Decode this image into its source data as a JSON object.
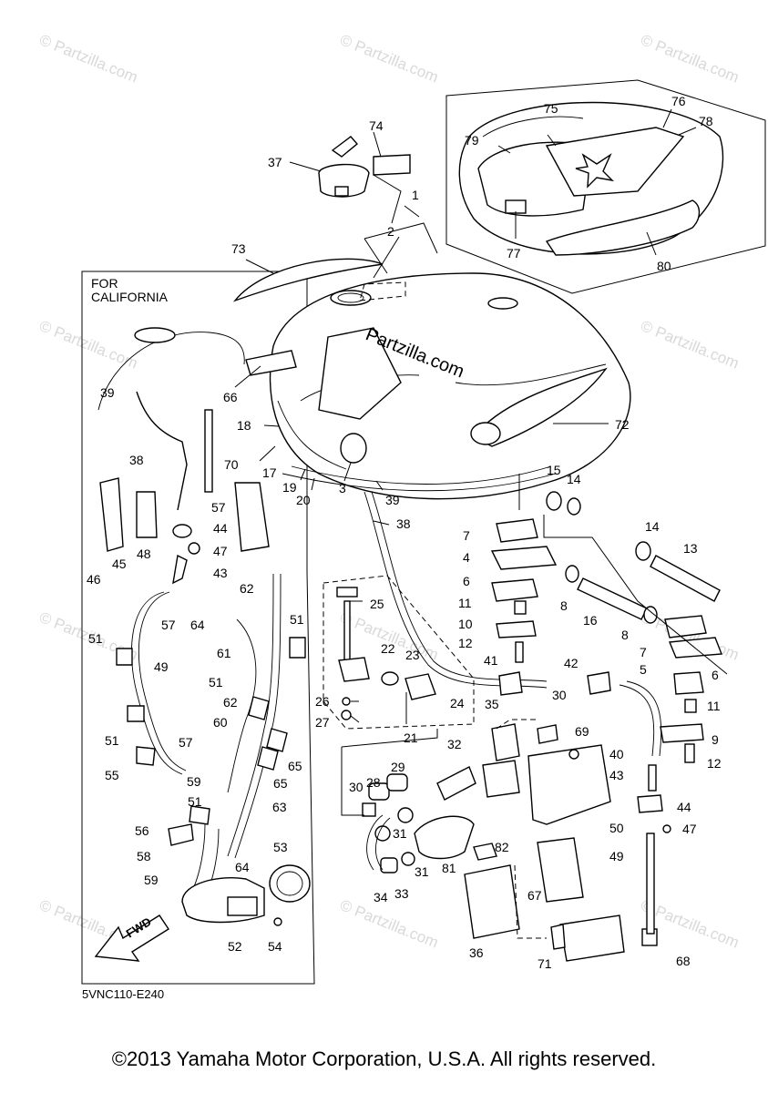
{
  "watermark": {
    "text": "© Partzilla.com",
    "brand": "Partzilla.com"
  },
  "box_california": {
    "label_line1": "FOR",
    "label_line2": "CALIFORNIA"
  },
  "fwd_label": "FWD",
  "diagram_code": "5VNC110-E240",
  "copyright": "©2013 Yamaha Motor Corporation, U.S.A. All rights reserved.",
  "part_numbers": [
    "1",
    "2",
    "3",
    "4",
    "5",
    "6",
    "7",
    "8",
    "9",
    "10",
    "11",
    "12",
    "13",
    "14",
    "15",
    "16",
    "17",
    "18",
    "19",
    "20",
    "21",
    "22",
    "23",
    "24",
    "25",
    "26",
    "27",
    "28",
    "29",
    "30",
    "31",
    "32",
    "33",
    "34",
    "35",
    "36",
    "37",
    "38",
    "39",
    "40",
    "41",
    "42",
    "43",
    "44",
    "45",
    "46",
    "47",
    "48",
    "49",
    "50",
    "51",
    "52",
    "53",
    "54",
    "55",
    "56",
    "57",
    "58",
    "59",
    "60",
    "61",
    "62",
    "63",
    "64",
    "65",
    "66",
    "67",
    "68",
    "69",
    "70",
    "71",
    "72",
    "73",
    "74",
    "75",
    "76",
    "77",
    "78",
    "79",
    "80",
    "81",
    "82"
  ],
  "colors": {
    "line": "#000000",
    "watermark": "#d9d9d9",
    "background": "#ffffff"
  }
}
